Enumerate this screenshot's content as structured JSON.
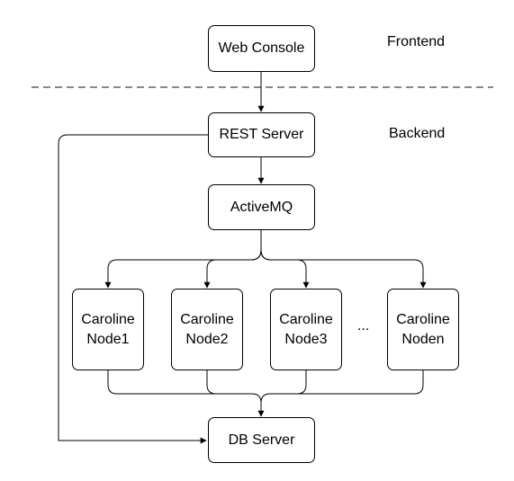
{
  "sections": {
    "frontend_label": "Frontend",
    "backend_label": "Backend"
  },
  "nodes": {
    "web_console": "Web Console",
    "rest_server": "REST Server",
    "activemq": "ActiveMQ",
    "caroline_node1": {
      "line1": "Caroline",
      "line2": "Node1"
    },
    "caroline_node2": {
      "line1": "Caroline",
      "line2": "Node2"
    },
    "caroline_node3": {
      "line1": "Caroline",
      "line2": "Node3"
    },
    "caroline_noden": {
      "line1": "Caroline",
      "line2": "Noden"
    },
    "ellipsis": "...",
    "db_server": "DB Server"
  },
  "colors": {
    "stroke": "#000000",
    "divider": "#888888"
  }
}
